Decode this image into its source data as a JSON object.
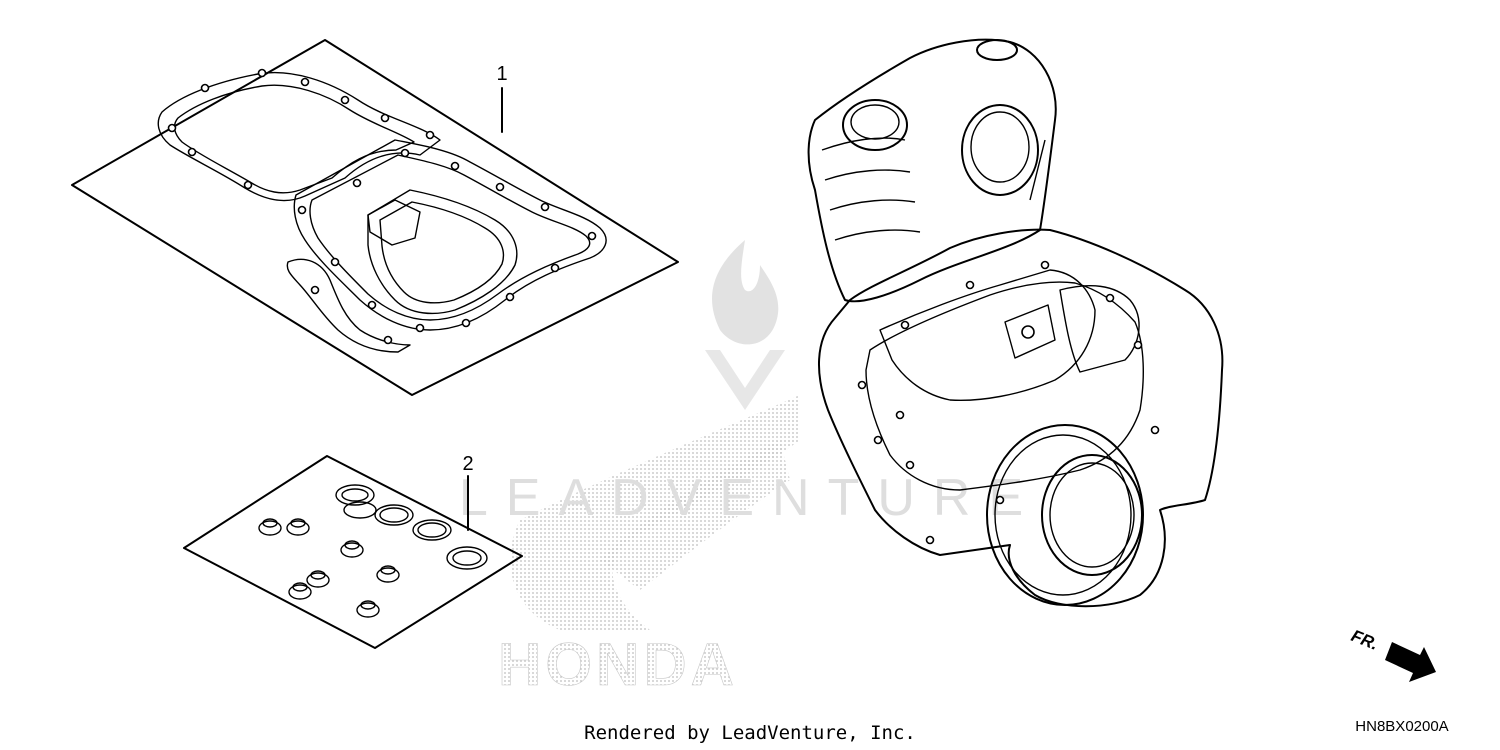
{
  "callouts": {
    "part_1": "1",
    "part_2": "2"
  },
  "footer": {
    "credit": "Rendered by LeadVenture, Inc.",
    "diagram_code": "HN8BX0200A"
  },
  "direction": {
    "label": "FR."
  },
  "watermark": {
    "brand_text": "HONDA",
    "lead_text": "LEADVENTURE"
  },
  "colors": {
    "line": "#000000",
    "watermark": "#cfcfcf"
  }
}
